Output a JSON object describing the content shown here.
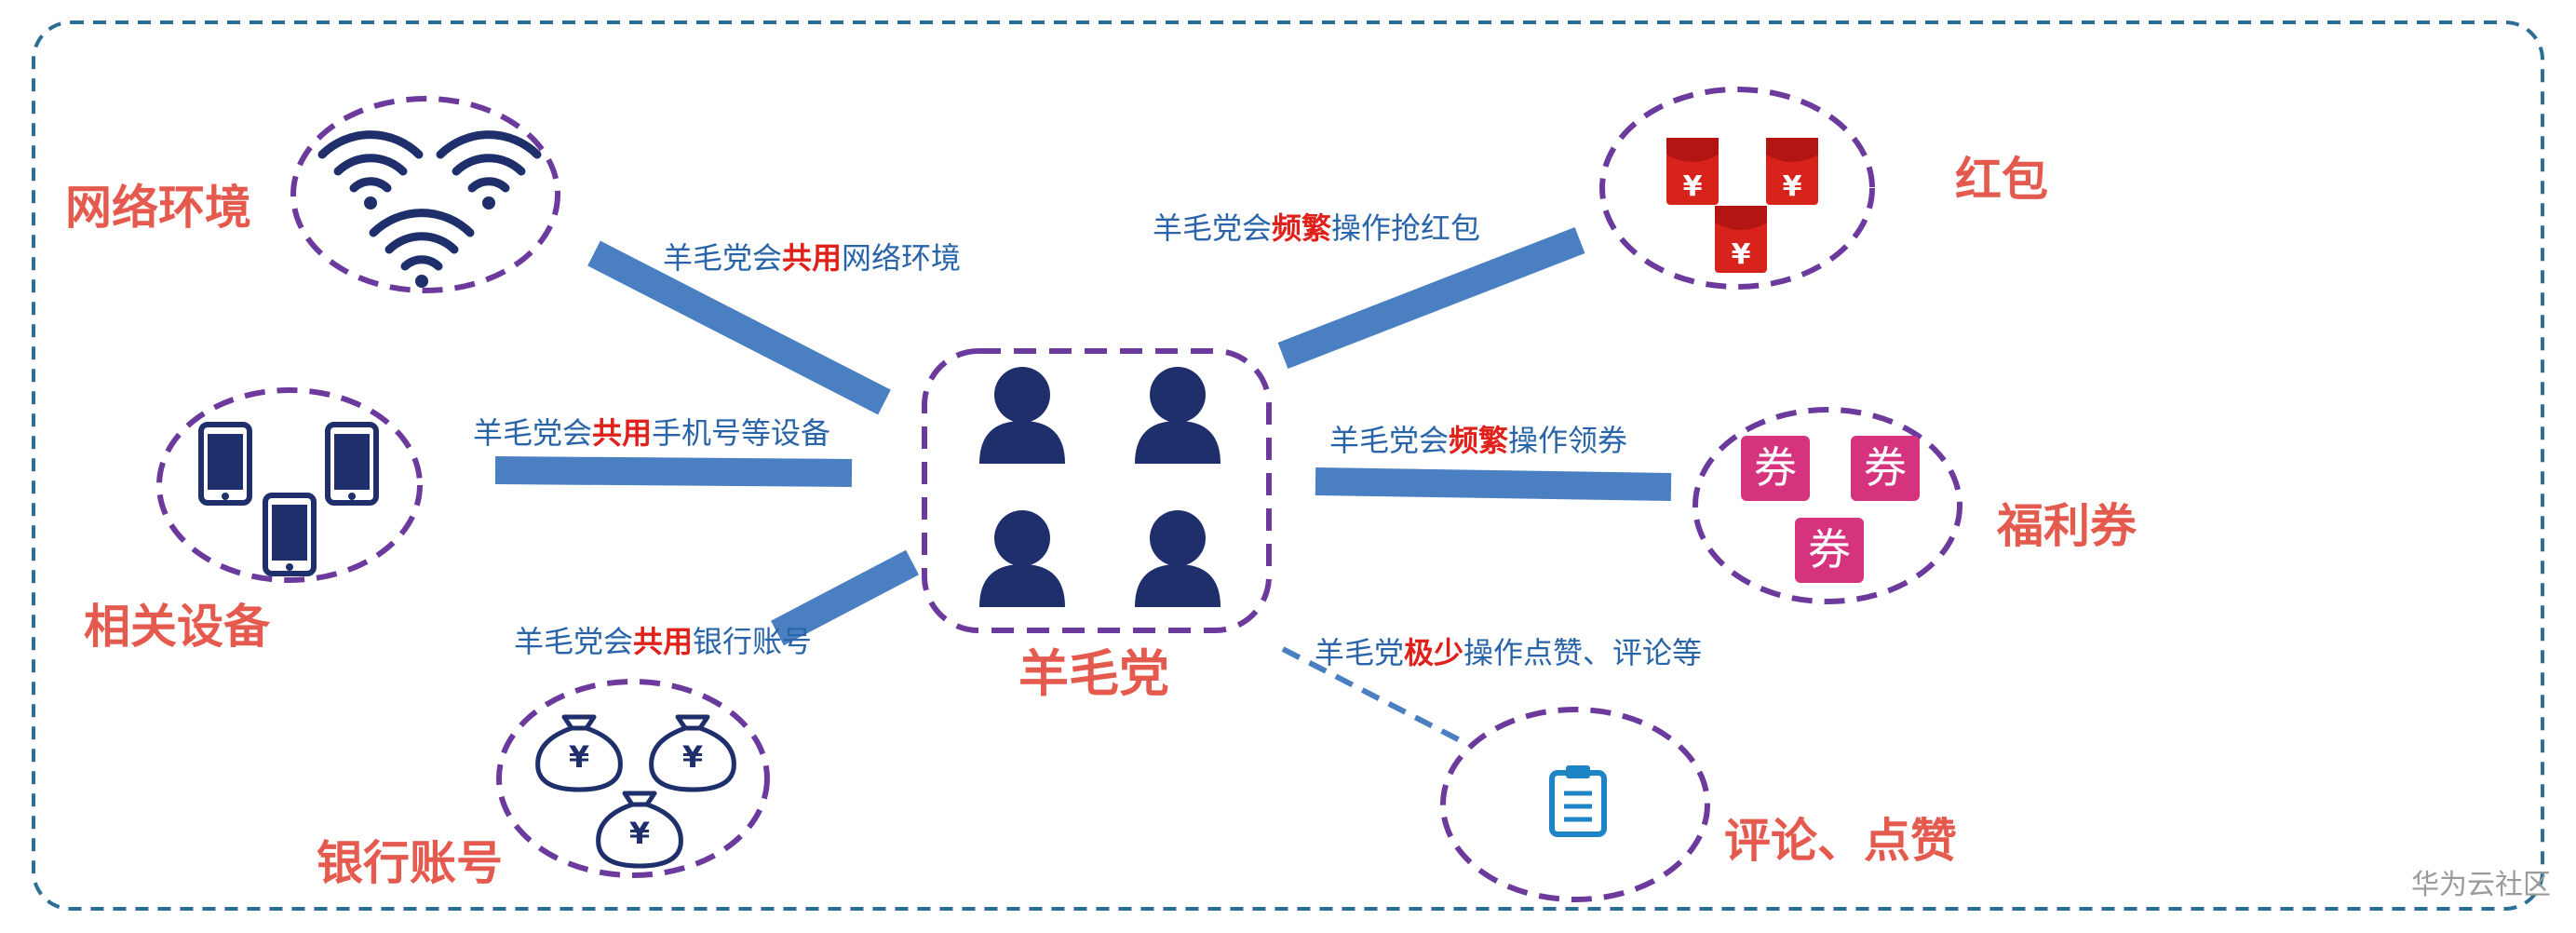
{
  "center": {
    "label": "羊毛党"
  },
  "nodes": {
    "network": {
      "label": "网络环境"
    },
    "devices": {
      "label": "相关设备"
    },
    "bank": {
      "label": "银行账号"
    },
    "redpacket": {
      "label": "红包"
    },
    "coupon": {
      "label": "福利券",
      "icon_text": "券"
    },
    "comment": {
      "label": "评论、点赞"
    }
  },
  "edges": {
    "network": {
      "prefix": "羊毛党会",
      "strong": "共用",
      "suffix": "网络环境"
    },
    "devices": {
      "prefix": "羊毛党会",
      "strong": "共用",
      "suffix": "手机号等设备"
    },
    "bank": {
      "prefix": "羊毛党会",
      "strong": "共用",
      "suffix": "银行账号"
    },
    "redpacket": {
      "prefix": "羊毛党会",
      "strong": "频繁",
      "suffix": "操作抢红包"
    },
    "coupon": {
      "prefix": "羊毛党会",
      "strong": "频繁",
      "suffix": "操作领券"
    },
    "comment": {
      "prefix": "羊毛党",
      "strong": "极少",
      "suffix": "操作点赞、评论等"
    }
  },
  "icons": {
    "center": "user-group-icon",
    "network": "wifi-icon",
    "devices": "smartphone-icon",
    "bank": "money-bag-icon",
    "redpacket": "red-envelope-icon",
    "coupon": "coupon-icon",
    "comment": "clipboard-icon"
  },
  "colors": {
    "label": "#e55a4e",
    "edge_text": "#2a64a8",
    "edge_emphasis": "#e0201a",
    "connector": "#4a7fc1",
    "dashed_border": "#6b3a9c",
    "frame": "#2b6e96",
    "icon_navy": "#1f2f6b",
    "red_envelope": "#d8231c",
    "coupon": "#d6337f"
  },
  "watermark": "华为云社区"
}
